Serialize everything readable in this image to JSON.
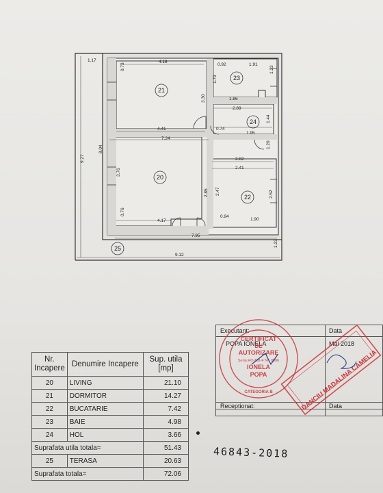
{
  "plan": {
    "dims": {
      "d117": "1.17",
      "d073": "0.73",
      "d418_top": "4.18",
      "d092": "0.92",
      "d191": "1.91",
      "d123_top": "1.23",
      "d179": "1.79",
      "d186": "1.86",
      "d330": "3.30",
      "d289": "2.89",
      "d144": "1.44",
      "d441": "4.41",
      "d074": "0.74",
      "d195": "1.95",
      "d724": "7.24",
      "d927": "9.27",
      "d804": "8.04",
      "d120": "1.20",
      "d282": "2.82",
      "d241": "2.41",
      "d376": "3.76",
      "d285": "2.85",
      "d247": "2.47",
      "d252": "2.52",
      "d076": "0.76",
      "d417": "4.17",
      "d094": "0.94",
      "d190": "1.90",
      "d795": "7.95",
      "d123_bot": "1.23",
      "d912": "9.12"
    },
    "room_labels": {
      "r21": "21",
      "r23": "23",
      "r24": "24",
      "r20": "20",
      "r22": "22",
      "r25": "25"
    }
  },
  "table": {
    "headers": {
      "nr": "Nr. Incapere",
      "name": "Denumire Incapere",
      "area": "Sup. utila [mp]"
    },
    "rows": [
      {
        "nr": "20",
        "name": "LIVING",
        "area": "21.10"
      },
      {
        "nr": "21",
        "name": "DORMITOR",
        "area": "14.27"
      },
      {
        "nr": "22",
        "name": "BUCATARIE",
        "area": "7.42"
      },
      {
        "nr": "23",
        "name": "BAIE",
        "area": "4.98"
      },
      {
        "nr": "24",
        "name": "HOL",
        "area": "3.66"
      }
    ],
    "useful_total_label": "Suprafata utila totala=",
    "useful_total": "51.43",
    "terrace": {
      "nr": "25",
      "name": "TERASA",
      "area": "20.63"
    },
    "grand_total_label": "Suprafata totala=",
    "grand_total": "72.06"
  },
  "signature": {
    "executant_label": "Executant:",
    "executant_name": "POPA IONELA",
    "data_label": "Data",
    "data_value": "Mai 2018",
    "receptionat_label": "Receptionat:",
    "data_label_2": "Data"
  },
  "stamp1": {
    "line1": "CERTIFICAT",
    "line2": "DE",
    "line3": "AUTORIZARE",
    "line4": "Seria RO-MB-F Nr. 0006",
    "line5": "IONELA",
    "line6": "POPA",
    "line7": "CATEGORIA B"
  },
  "stamp2": {
    "text": "DANCIU MADALINA CAMELIA"
  },
  "handwritten_number": "46843-2018",
  "colors": {
    "stamp_red": "#c8343a",
    "ink": "#222222",
    "paper": "#ebeae7"
  }
}
